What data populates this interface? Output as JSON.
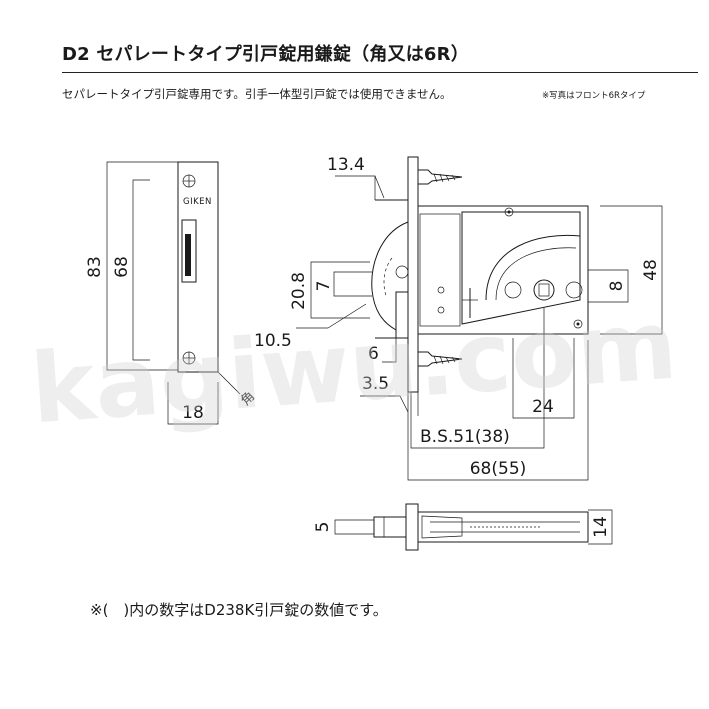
{
  "header": {
    "title": "D2 セパレートタイプ引戸錠用鎌錠（角又は6R）",
    "subtitle": "セパレートタイプ引戸錠専用です。引手一体型引戸錠では使用できません。",
    "photo_note": "※写真はフロント6Rタイプ"
  },
  "watermark": "kagiwu.com",
  "front_plate": {
    "brand": "GIKEN",
    "dim_height_total": "83",
    "dim_height_inner": "68",
    "dim_width": "18",
    "corner_label": "角"
  },
  "side_view": {
    "dim_13_4": "13.4",
    "dim_20_8": "20.8",
    "dim_7": "7",
    "dim_10_5": "10.5",
    "dim_6": "6",
    "dim_3_5": "3.5",
    "dim_8": "8",
    "dim_48": "48",
    "dim_24": "24",
    "dim_backset": "B.S.51(38)",
    "dim_length": "68(55)"
  },
  "top_view": {
    "dim_5": "5",
    "dim_14": "14"
  },
  "footnote": "※(　)内の数字はD238K引戸錠の数値です。"
}
